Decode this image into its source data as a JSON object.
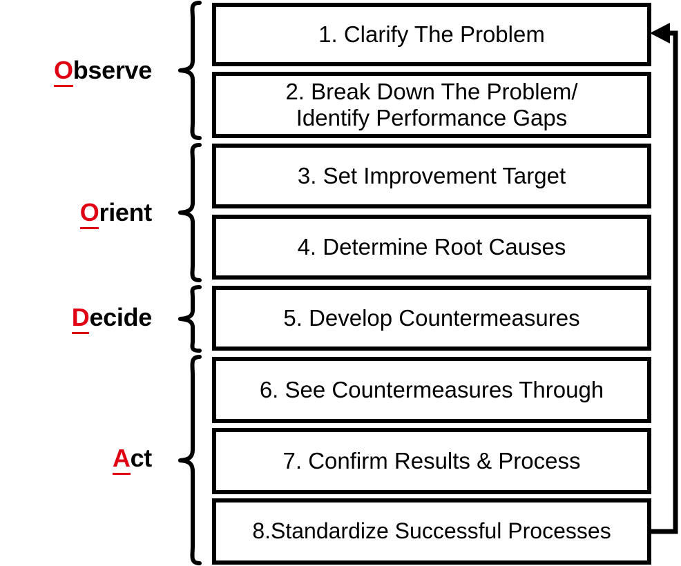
{
  "diagram": {
    "title": "OODA / 8-Step Problem Solving Process",
    "colors": {
      "accent_red": "#e00014",
      "line_black": "#000000",
      "background": "#ffffff"
    },
    "phases": [
      {
        "id": "observe",
        "initial": "O",
        "rest": "bserve"
      },
      {
        "id": "orient",
        "initial": "O",
        "rest": "rient"
      },
      {
        "id": "decide",
        "initial": "D",
        "rest": "ecide"
      },
      {
        "id": "act",
        "initial": "A",
        "rest": "ct"
      }
    ],
    "steps": [
      {
        "number": "1",
        "text": "1. Clarify The Problem"
      },
      {
        "number": "2",
        "text": "2. Break Down The Problem/\nIdentify Performance Gaps"
      },
      {
        "number": "3",
        "text": "3. Set Improvement Target"
      },
      {
        "number": "4",
        "text": "4. Determine Root Causes"
      },
      {
        "number": "5",
        "text": "5. Develop Countermeasures"
      },
      {
        "number": "6",
        "text": "6. See Countermeasures Through"
      },
      {
        "number": "7",
        "text": "7. Confirm Results & Process"
      },
      {
        "number": "8",
        "text": "8.Standardize Successful Processes"
      }
    ],
    "feedback": {
      "label": "feedback loop from step 8 back to step 1",
      "from_step": "8",
      "to_step": "1"
    }
  }
}
